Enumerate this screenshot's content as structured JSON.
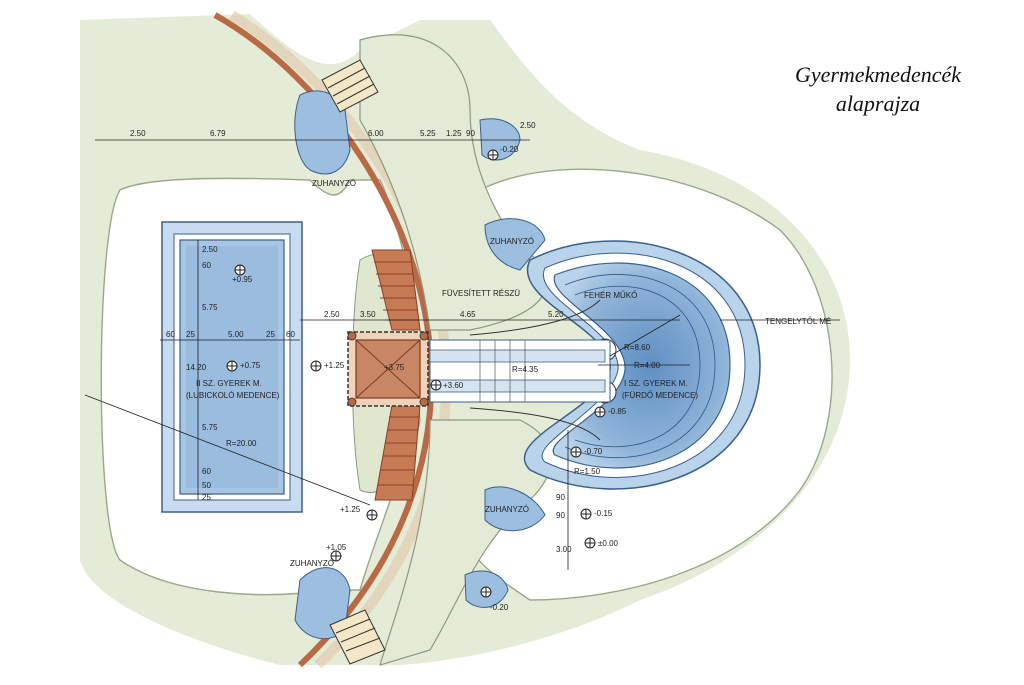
{
  "title": {
    "line1": "Gyermekmedencék",
    "line2": "alaprajza"
  },
  "labels": {
    "zuhanyzo": "ZUHANYZÓ",
    "fuvesitett": "FÜVESÍTETT RÉSZÜ",
    "feher_muko": "FEHÉR MŰKŐ",
    "tengelyto": "TENGELYTŐL MÉ",
    "pool2_name": "II SZ. GYEREK M.",
    "pool2_sub": "(LUBICKOLÓ MEDENCE)",
    "pool1_name": "I SZ. GYEREK M.",
    "pool1_sub": "(FÜRDŐ MEDENCE)",
    "r2000": "R=20.00",
    "r860": "R=8.60",
    "r400": "R=4.00",
    "r435": "R=4.35",
    "r150": "R=1.50"
  },
  "dimensions": {
    "top": [
      "2.50",
      "6.79",
      "6.00",
      "5.25",
      "1.25",
      "90",
      "2.50"
    ],
    "middle": [
      "2.50",
      "3.50",
      "4.65",
      "5.20"
    ],
    "pool2_inner": [
      "60",
      "25",
      "5.00",
      "25",
      "60"
    ],
    "pool2_side": [
      "2.50",
      "60",
      "5.75",
      "14.20",
      "5.75",
      "60",
      "50",
      "25"
    ],
    "right_side": [
      "90",
      "90",
      "3.00"
    ]
  },
  "levels": [
    "-0.20",
    "+0.95",
    "+0.75",
    "+1.25",
    "+3.75",
    "+3.60",
    "-0.85",
    "-0.70",
    "-0.15",
    "±0.00",
    "+1.25",
    "+1.05",
    "-0.20"
  ],
  "colors": {
    "grass": "#dde6cc",
    "path": "#e6ecdc",
    "water": "#8fb4d8",
    "deep_water": "#5f8fc4",
    "edge": "#b9d3ea",
    "brick": "#b96a45",
    "sand": "#f3e7c7"
  }
}
